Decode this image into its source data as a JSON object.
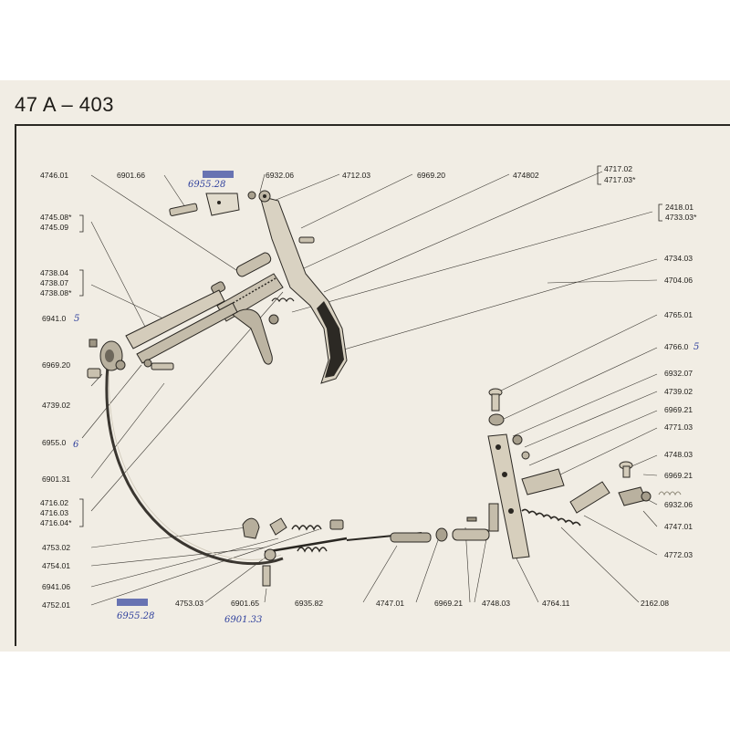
{
  "header": {
    "title": "47 A  –  403"
  },
  "labels": [
    {
      "id": "l4746_01",
      "text": "4746.01"
    },
    {
      "id": "l6901_66",
      "text": "6901.66"
    },
    {
      "id": "l6932_06_top",
      "text": "6932.06"
    },
    {
      "id": "l4712_03",
      "text": "4712.03"
    },
    {
      "id": "l6969_20_top",
      "text": "6969.20"
    },
    {
      "id": "l4748_02",
      "text": "474802"
    },
    {
      "id": "l4717_02",
      "text": "4717.02"
    },
    {
      "id": "l4717_03",
      "text": "4717.03*"
    },
    {
      "id": "l2418_01",
      "text": "2418.01"
    },
    {
      "id": "l4733_03",
      "text": "4733.03*"
    },
    {
      "id": "l4745_08",
      "text": "4745.08*"
    },
    {
      "id": "l4745_09",
      "text": "4745.09"
    },
    {
      "id": "l4738_04",
      "text": "4738.04"
    },
    {
      "id": "l4738_07",
      "text": "4738.07"
    },
    {
      "id": "l4738_08",
      "text": "4738.08*"
    },
    {
      "id": "l4734_03",
      "text": "4734.03"
    },
    {
      "id": "l4704_06",
      "text": "4704.06"
    },
    {
      "id": "l6941_0",
      "text": "6941.0"
    },
    {
      "id": "l6969_20_left",
      "text": "6969.20"
    },
    {
      "id": "l4739_02_left",
      "text": "4739.02"
    },
    {
      "id": "l6955_0",
      "text": "6955.0"
    },
    {
      "id": "l6901_31",
      "text": "6901.31"
    },
    {
      "id": "l4765_01",
      "text": "4765.01"
    },
    {
      "id": "l4766_0",
      "text": "4766.0"
    },
    {
      "id": "l6932_07",
      "text": "6932.07"
    },
    {
      "id": "l4739_02_right",
      "text": "4739.02"
    },
    {
      "id": "l6969_21_right_a",
      "text": "6969.21"
    },
    {
      "id": "l4771_03",
      "text": "4771.03"
    },
    {
      "id": "l4748_03_right",
      "text": "4748.03"
    },
    {
      "id": "l6969_21_right_b",
      "text": "6969.21"
    },
    {
      "id": "l6932_06_right",
      "text": "6932.06"
    },
    {
      "id": "l4747_01_right",
      "text": "4747.01"
    },
    {
      "id": "l4772_03",
      "text": "4772.03"
    },
    {
      "id": "l4716_02",
      "text": "4716.02"
    },
    {
      "id": "l4716_03",
      "text": "4716.03"
    },
    {
      "id": "l4716_04",
      "text": "4716.04*"
    },
    {
      "id": "l4753_02",
      "text": "4753.02"
    },
    {
      "id": "l4754_01",
      "text": "4754.01"
    },
    {
      "id": "l6941_06",
      "text": "6941.06"
    },
    {
      "id": "l4752_01",
      "text": "4752.01"
    },
    {
      "id": "l4753_03",
      "text": "4753.03"
    },
    {
      "id": "l6901_65",
      "text": "6901.65"
    },
    {
      "id": "l6935_82",
      "text": "6935.82"
    },
    {
      "id": "l4747_01_bottom",
      "text": "4747.01"
    },
    {
      "id": "l6969_21_bottom",
      "text": "6969.21"
    },
    {
      "id": "l4748_03_bottom",
      "text": "4748.03"
    },
    {
      "id": "l4764_11",
      "text": "4764.11"
    },
    {
      "id": "l2162_08",
      "text": "2162.08"
    }
  ],
  "handwritten": [
    {
      "id": "h6955_28_top",
      "text": "6955.28"
    },
    {
      "id": "h25",
      "text": "5"
    },
    {
      "id": "h6955_06",
      "text": "6"
    },
    {
      "id": "h4766_5",
      "text": "5"
    },
    {
      "id": "h6955_28_bottom",
      "text": "6955.28"
    },
    {
      "id": "h6901_33",
      "text": "6901.33"
    }
  ],
  "colors": {
    "ink": "#1f1d19",
    "pen": "#2e3f9c",
    "paper": "#f1ede4"
  }
}
